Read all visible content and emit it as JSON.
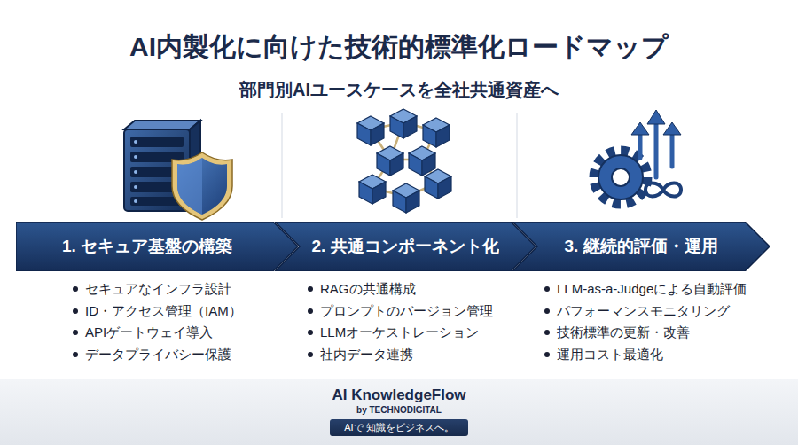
{
  "diagram": {
    "title": "AI内製化に向けた技術的標準化ロードマップ",
    "nodes": [
      {
        "text": [
          "1. セキュア基盤の構築"
        ]
      },
      {
        "text": [
          "2. 共通コンポーネント化"
        ]
      },
      {
        "text": [
          "3. 継続的評価・運用"
        ]
      },
      {
        "text": [
          "AI KnowledgeFlow",
          "by TECHNODIGITAL"
        ]
      },
      {
        "text": [
          "AIで 知識をビジネスへ。"
        ],
        "in": 3
      }
    ],
    "labels": [
      "部門別AIユースケースを全社共通資産へ",
      "セキュアなインフラ設計",
      "ID・アクセス管理（IAM）",
      "APIゲートウェイ導入",
      "データプライバシー保護",
      "RAGの共通構成",
      "プロンプトのバージョン管理",
      "LLMオーケストレーション",
      "社内データ連携",
      "LLM-as-a-Judgeによる自動評価",
      "パフォーマンスモニタリング",
      "技術標準の更新・改善",
      "運用コスト最適化"
    ]
  }
}
